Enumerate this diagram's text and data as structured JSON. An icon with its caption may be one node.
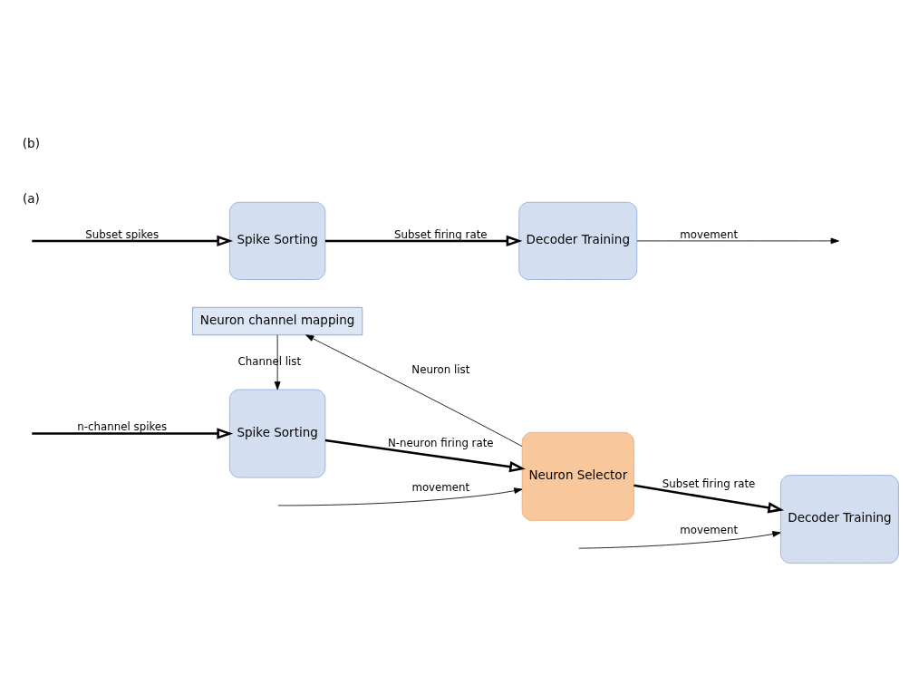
{
  "diagram": {
    "nodes": [
      {
        "text": [
          "Neuron channel mapping"
        ]
      },
      {
        "text": [
          "Spike Sorting"
        ]
      },
      {
        "text": [
          "Neuron Selector"
        ]
      },
      {
        "text": [
          "Decoder Training"
        ]
      },
      {
        "text": [
          "Spike Sorting"
        ]
      },
      {
        "text": [
          "Decoder Training"
        ]
      }
    ],
    "edges": [
      {
        "from": null,
        "to": 1,
        "arrow": "to",
        "label": "n-channel spikes",
        "style": "thick"
      },
      {
        "from": 0,
        "to": 1,
        "arrow": "to",
        "label": "Channel list"
      },
      {
        "from": 1,
        "to": 2,
        "arrow": "to",
        "label": "N-neuron firing rate",
        "style": "thick"
      },
      {
        "from": 2,
        "to": 0,
        "arrow": "to",
        "label": "Neuron list"
      },
      {
        "from": null,
        "to": 2,
        "arrow": "to",
        "label": "movement"
      },
      {
        "from": 2,
        "to": 3,
        "arrow": "to",
        "label": "Subset firing rate",
        "style": "thick"
      },
      {
        "from": null,
        "to": 3,
        "arrow": "to",
        "label": "movement"
      },
      {
        "from": null,
        "to": 4,
        "arrow": "to",
        "label": "Subset spikes",
        "style": "thick"
      },
      {
        "from": 4,
        "to": 5,
        "arrow": "to",
        "label": "Subset firing rate",
        "style": "thick"
      },
      {
        "from": 5,
        "to": null,
        "arrow": "to",
        "label": "movement"
      }
    ],
    "labels": [
      "(a)",
      "(b)"
    ]
  }
}
